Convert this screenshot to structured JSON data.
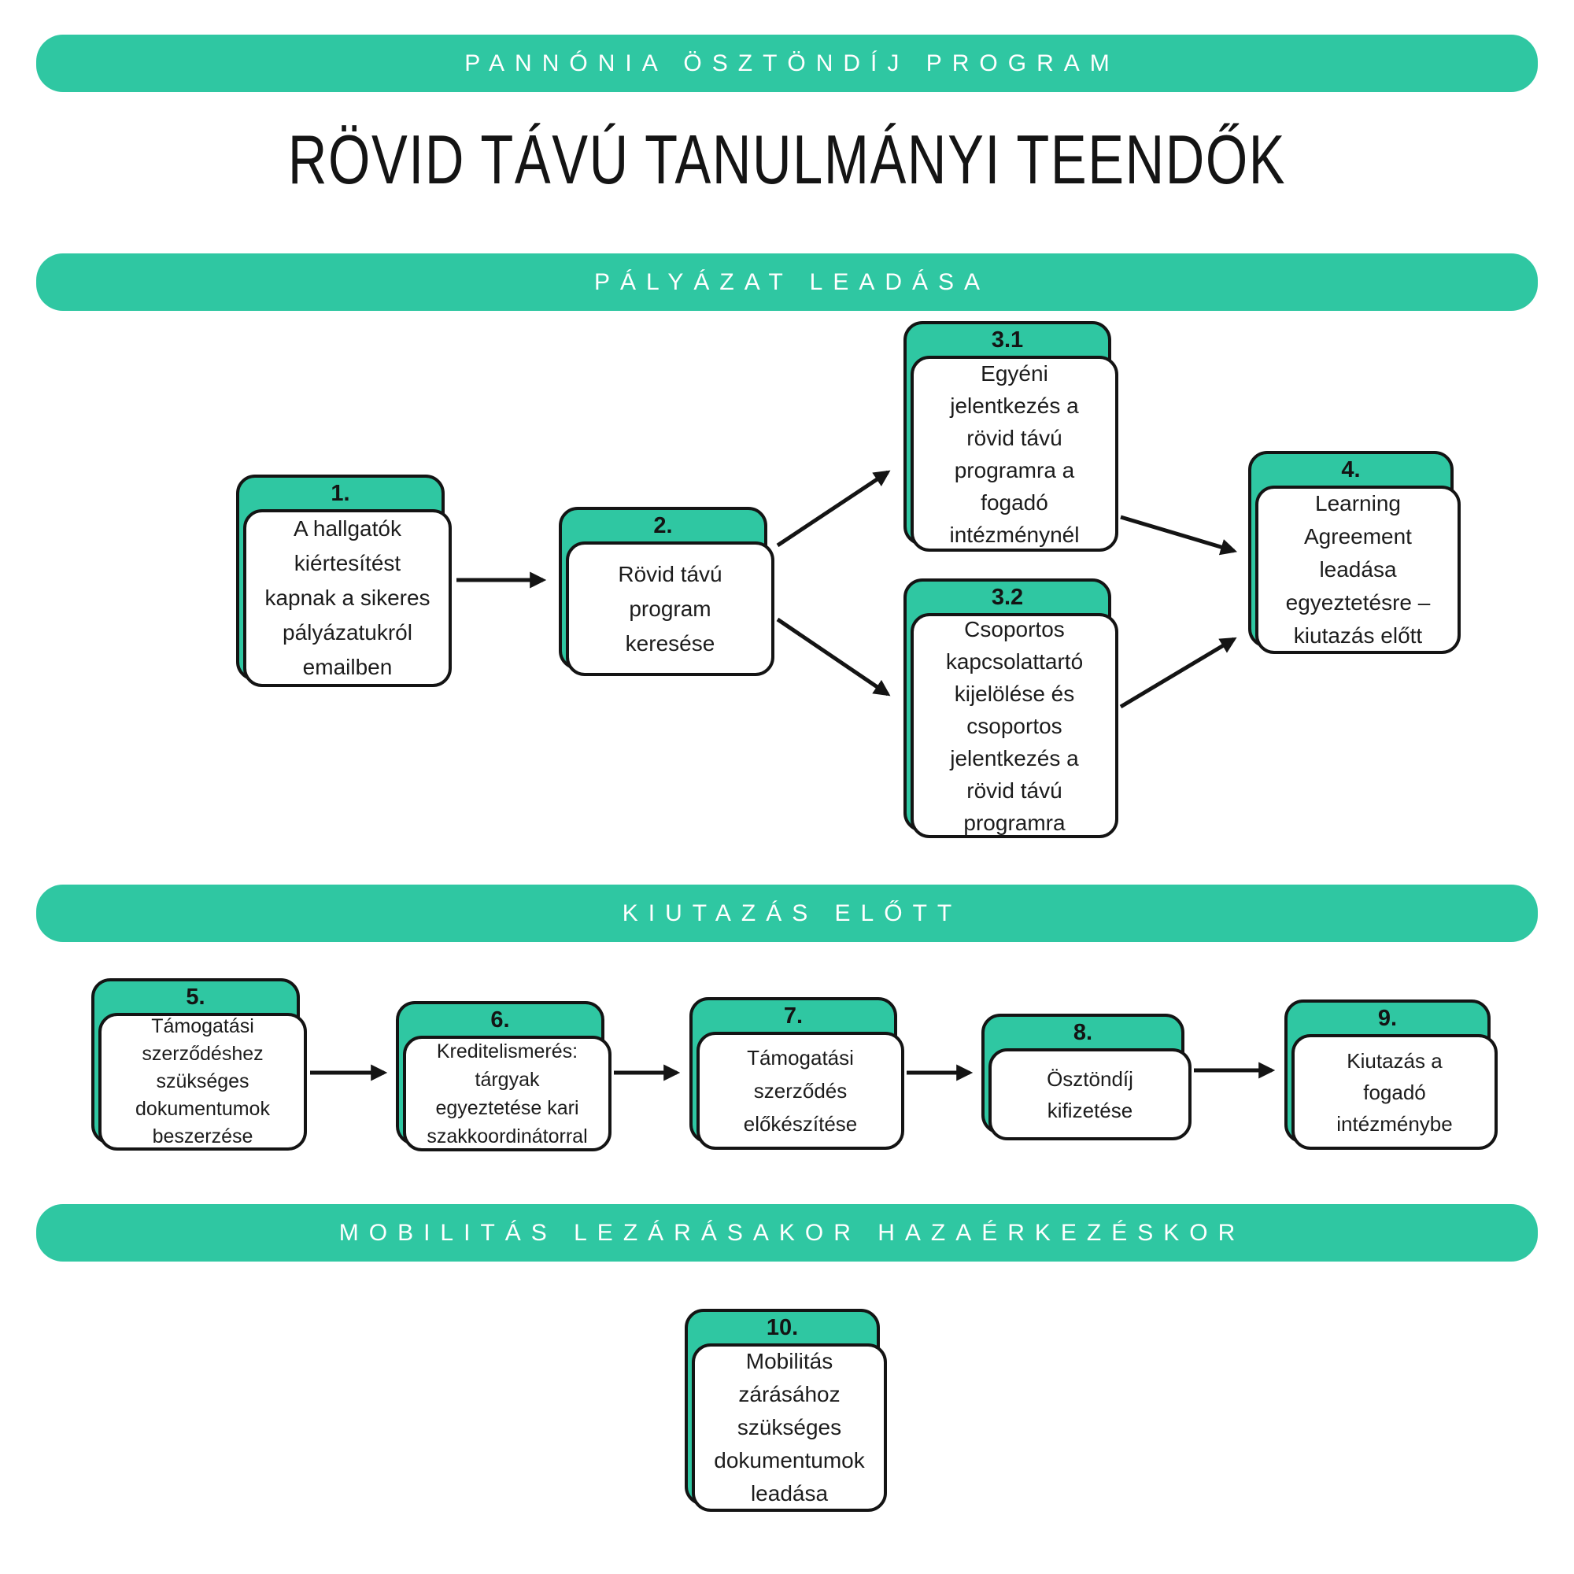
{
  "colors": {
    "teal": "#2fc7a2",
    "ink": "#141414",
    "background": "#ffffff"
  },
  "header": {
    "program_banner": "PANNÓNIA ÖSZTÖNDÍJ PROGRAM",
    "title": "RÖVID TÁVÚ TANULMÁNYI TEENDŐK"
  },
  "sections": [
    {
      "banner": "PÁLYÁZAT LEADÁSA"
    },
    {
      "banner": "KIUTAZÁS ELŐTT"
    },
    {
      "banner": "MOBILITÁS LEZÁRÁSAKOR HAZAÉRKEZÉSKOR"
    }
  ],
  "nodes": [
    {
      "id": "1",
      "number": "1.",
      "text": "A hallgatók\nkiértesítést\nkapnak a sikeres\npályázatukról\nemailben"
    },
    {
      "id": "2",
      "number": "2.",
      "text": "Rövid távú\nprogram\nkeresése"
    },
    {
      "id": "3.1",
      "number": "3.1",
      "text": "Egyéni\njelentkezés a\nrövid távú\nprogramra a\nfogadó\nintézménynél"
    },
    {
      "id": "3.2",
      "number": "3.2",
      "text": "Csoportos\nkapcsolattartó\nkijelölése és\ncsoportos\njelentkezés a\nrövid távú\nprogramra"
    },
    {
      "id": "4",
      "number": "4.",
      "text": "Learning\nAgreement\nleadása\negyeztetésre –\nkiutazás előtt"
    },
    {
      "id": "5",
      "number": "5.",
      "text": "Támogatási\nszerződéshez\nszükséges\ndokumentumok\nbeszerzése"
    },
    {
      "id": "6",
      "number": "6.",
      "text": "Kreditelismerés:\ntárgyak\negyeztetése kari\nszakkoordinátorral"
    },
    {
      "id": "7",
      "number": "7.",
      "text": "Támogatási\nszerződés\nelőkészítése"
    },
    {
      "id": "8",
      "number": "8.",
      "text": "Ösztöndíj\nkifizetése"
    },
    {
      "id": "9",
      "number": "9.",
      "text": "Kiutazás a\nfogadó\nintézménybe"
    },
    {
      "id": "10",
      "number": "10.",
      "text": "Mobilitás\nzárásához\nszükséges\ndokumentumok\nleadása"
    }
  ]
}
